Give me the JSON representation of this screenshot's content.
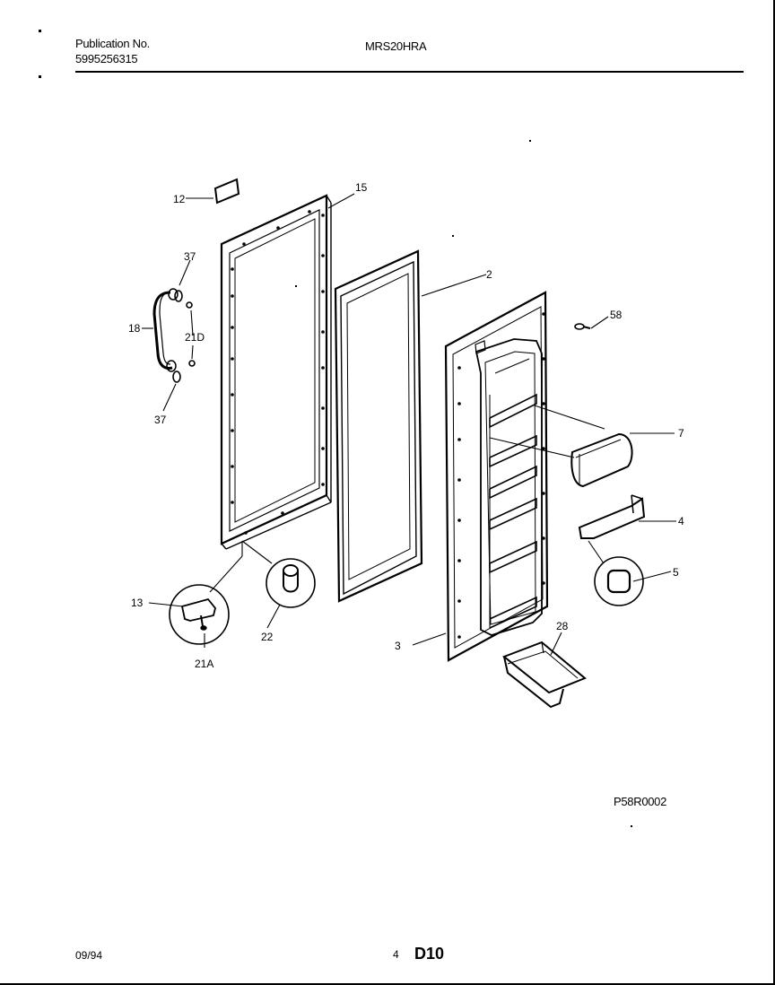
{
  "header": {
    "publication_label": "Publication No.",
    "publication_number": "5995256315",
    "model": "MRS20HRA"
  },
  "callouts": {
    "c12": "12",
    "c15": "15",
    "c37a": "37",
    "c18": "18",
    "c21d": "21D",
    "c37b": "37",
    "c2": "2",
    "c58": "58",
    "c7": "7",
    "c4": "4",
    "c5": "5",
    "c13": "13",
    "c22": "22",
    "c21a": "21A",
    "c3": "3",
    "c28": "28"
  },
  "reference_code": "P58R0002",
  "footer": {
    "date": "09/94",
    "page": "4",
    "section": "D10"
  }
}
